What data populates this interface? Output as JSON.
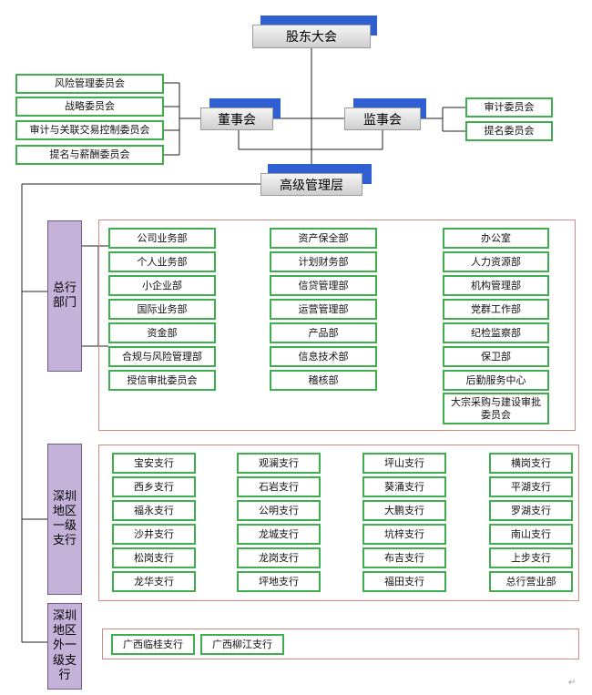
{
  "top": {
    "shareholders": "股东大会",
    "board": "董事会",
    "supervisory": "监事会",
    "senior_mgmt": "高级管理层"
  },
  "board_committees": [
    "风险管理委员会",
    "战略委员会",
    "审计与关联交易控制委员会",
    "提名与薪酬委员会"
  ],
  "supervisory_committees": [
    "审计委员会",
    "提名委员会"
  ],
  "hq": {
    "label": "总行部门",
    "col1": [
      "公司业务部",
      "个人业务部",
      "小企业部",
      "国际业务部",
      "资金部",
      "合规与风险管理部",
      "授信审批委员会"
    ],
    "col2": [
      "资产保全部",
      "计划财务部",
      "信贷管理部",
      "运营管理部",
      "产品部",
      "信息技术部",
      "稽核部"
    ],
    "col3": [
      "办公室",
      "人力资源部",
      "机构管理部",
      "党群工作部",
      "纪检监察部",
      "保卫部",
      "后勤服务中心",
      "大宗采购与建设审批委员会"
    ]
  },
  "sz": {
    "label": "深圳地区一级支行",
    "col1": [
      "宝安支行",
      "西乡支行",
      "福永支行",
      "沙井支行",
      "松岗支行",
      "龙华支行"
    ],
    "col2": [
      "观澜支行",
      "石岩支行",
      "公明支行",
      "龙城支行",
      "龙岗支行",
      "坪地支行"
    ],
    "col3": [
      "坪山支行",
      "葵涌支行",
      "大鹏支行",
      "坑梓支行",
      "布吉支行",
      "福田支行"
    ],
    "col4": [
      "横岗支行",
      "平湖支行",
      "罗湖支行",
      "南山支行",
      "上步支行",
      "总行营业部"
    ]
  },
  "outside": {
    "label": "深圳地区外一级支行",
    "branches": [
      "广西临桂支行",
      "广西柳江支行"
    ]
  },
  "colors": {
    "node_border": "#3fae4e",
    "shadow": "#2f5fd0",
    "section_fill": "#c4b2d9",
    "group_border": "#d08b87"
  },
  "return_mark": "↵"
}
